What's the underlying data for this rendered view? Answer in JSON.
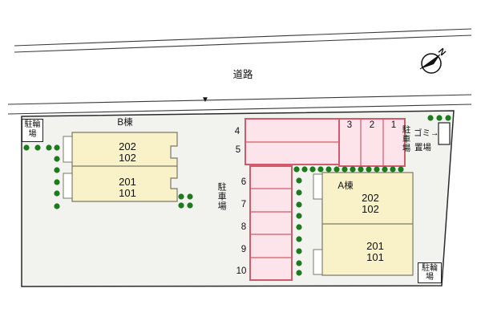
{
  "road": {
    "label": "道路",
    "entrance_marker": "▼"
  },
  "compass": {
    "letter": "N"
  },
  "site": {
    "bicycle_parking_left": "駐輪場",
    "bicycle_parking_right": "駐輪場",
    "parking_label_center": "駐車場",
    "parking_label_right": "駐車場",
    "garbage_area": {
      "line1": "ゴミ→",
      "line2": "置場"
    }
  },
  "buildings": {
    "b": {
      "name": "B棟",
      "upper_unit": [
        "202",
        "102"
      ],
      "lower_unit": [
        "201",
        "101"
      ]
    },
    "a": {
      "name": "A棟",
      "upper_unit": [
        "202",
        "102"
      ],
      "lower_unit": [
        "201",
        "101"
      ]
    }
  },
  "parking_spaces": {
    "row": [
      "4",
      "5"
    ],
    "column": [
      "6",
      "7",
      "8",
      "9",
      "10"
    ],
    "top_right": [
      "3",
      "2",
      "1"
    ]
  },
  "colors": {
    "site_fill": "#f2f2ef",
    "building_fill": "#f9f2c9",
    "building_border": "#78786a",
    "parking_fill": "#fde3ea",
    "parking_border": "#d25b6b",
    "shrub_green": "#1d7a1d",
    "line_dark": "#3a3a3a"
  }
}
